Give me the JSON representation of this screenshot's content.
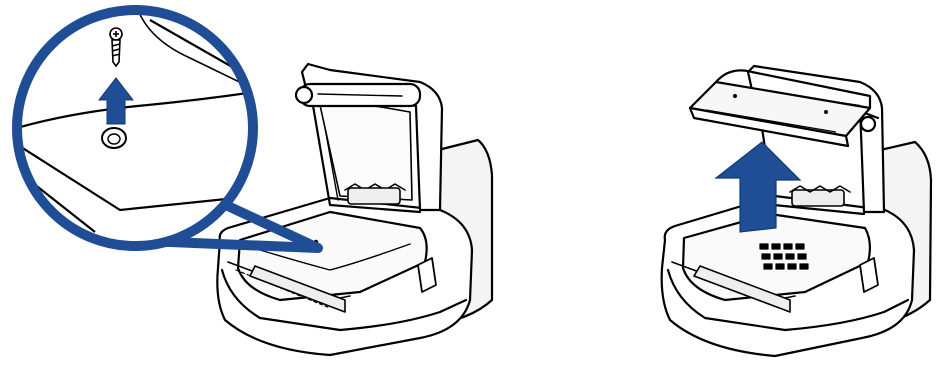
{
  "figure": {
    "panels": [
      {
        "id": "left",
        "step": "remove-screw",
        "icons": [
          "printer-open-lid",
          "zoom-callout",
          "screw-icon",
          "arrow-up-icon"
        ]
      },
      {
        "id": "right",
        "step": "lift-cover",
        "icons": [
          "printer-open-lid",
          "cover-plate",
          "arrow-up-icon"
        ]
      }
    ],
    "colors": {
      "accent": "#1f4e96",
      "line": "#000000",
      "fill": "#ffffff",
      "shade": "#f2f2f2"
    }
  }
}
